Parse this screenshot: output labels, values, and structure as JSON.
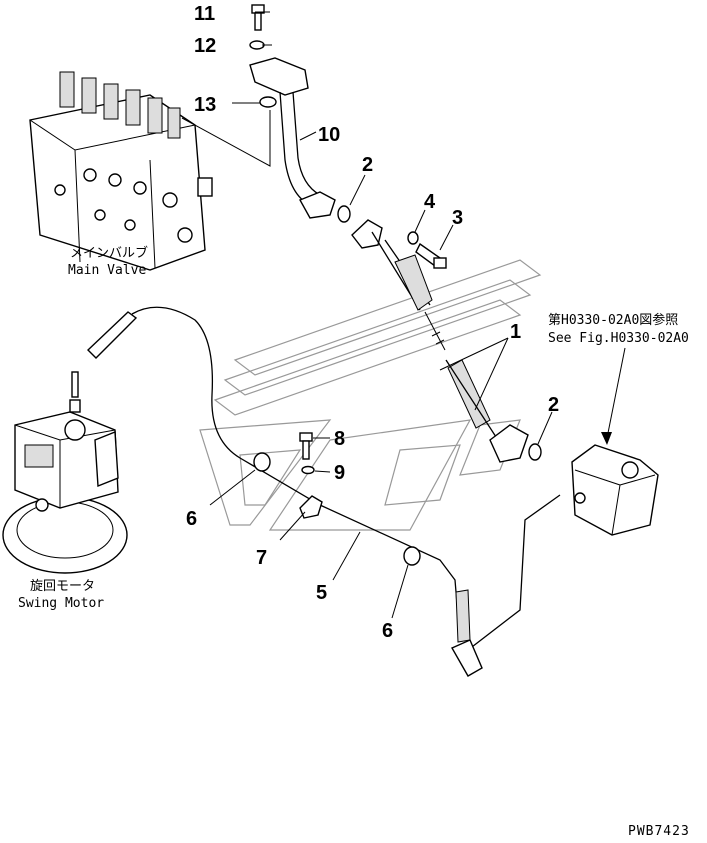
{
  "callouts": {
    "p1": "1",
    "p2a": "2",
    "p2b": "2",
    "p3": "3",
    "p4": "4",
    "p5": "5",
    "p6a": "6",
    "p6b": "6",
    "p7": "7",
    "p8": "8",
    "p9": "9",
    "p10": "10",
    "p11": "11",
    "p12": "12",
    "p13": "13"
  },
  "captions": {
    "main_valve_jp": "メインバルブ",
    "main_valve_en": "Main Valve",
    "swing_motor_jp": "旋回モータ",
    "swing_motor_en": "Swing Motor",
    "ref_jp": "第H0330-02A0図参照",
    "ref_en": "See Fig.H0330-02A0"
  },
  "drawing_code": "PWB7423"
}
